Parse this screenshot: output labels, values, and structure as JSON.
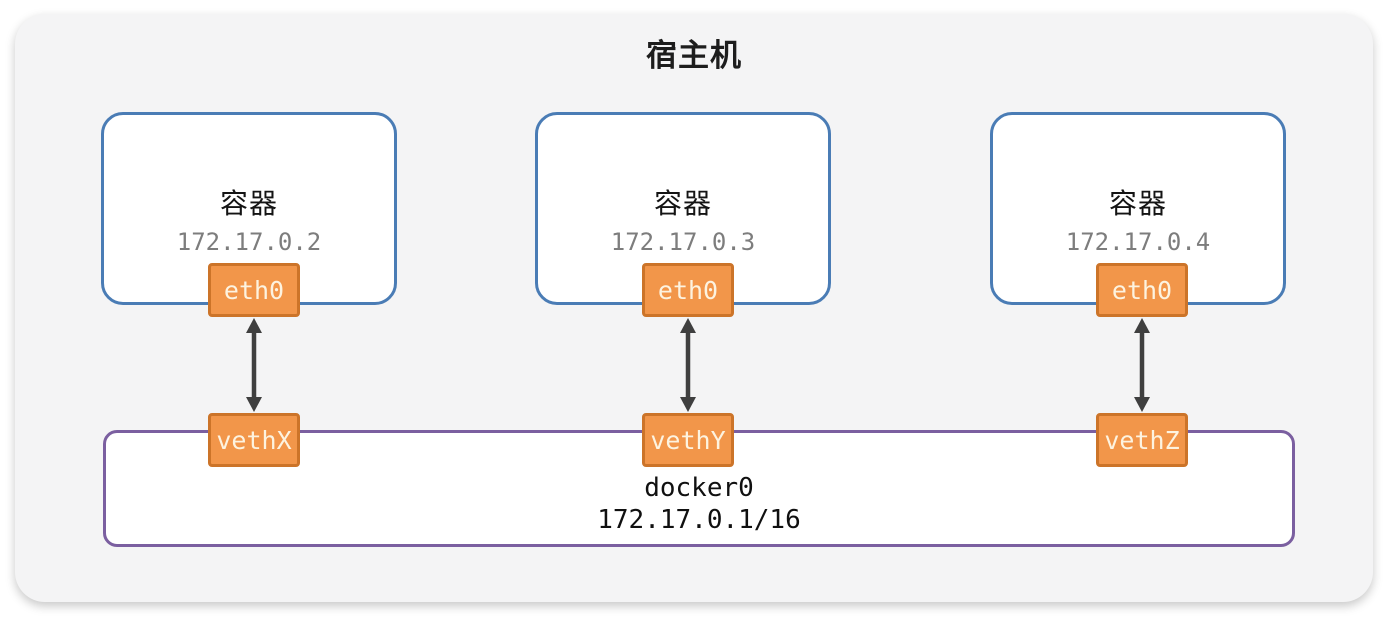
{
  "host": {
    "title": "宿主机"
  },
  "containers": [
    {
      "label": "容器",
      "ip": "172.17.0.2",
      "interface": "eth0",
      "veth": "vethX"
    },
    {
      "label": "容器",
      "ip": "172.17.0.3",
      "interface": "eth0",
      "veth": "vethY"
    },
    {
      "label": "容器",
      "ip": "172.17.0.4",
      "interface": "eth0",
      "veth": "vethZ"
    }
  ],
  "bridge": {
    "name": "docker0",
    "cidr": "172.17.0.1/16"
  },
  "colors": {
    "container_border": "#4a7cb5",
    "bridge_border": "#7b5fa0",
    "interface_fill": "#f2964a",
    "interface_border": "#cc7429",
    "arrow": "#3f3f3f",
    "host_background": "#f4f4f5",
    "ip_text": "#7d7d7d"
  }
}
